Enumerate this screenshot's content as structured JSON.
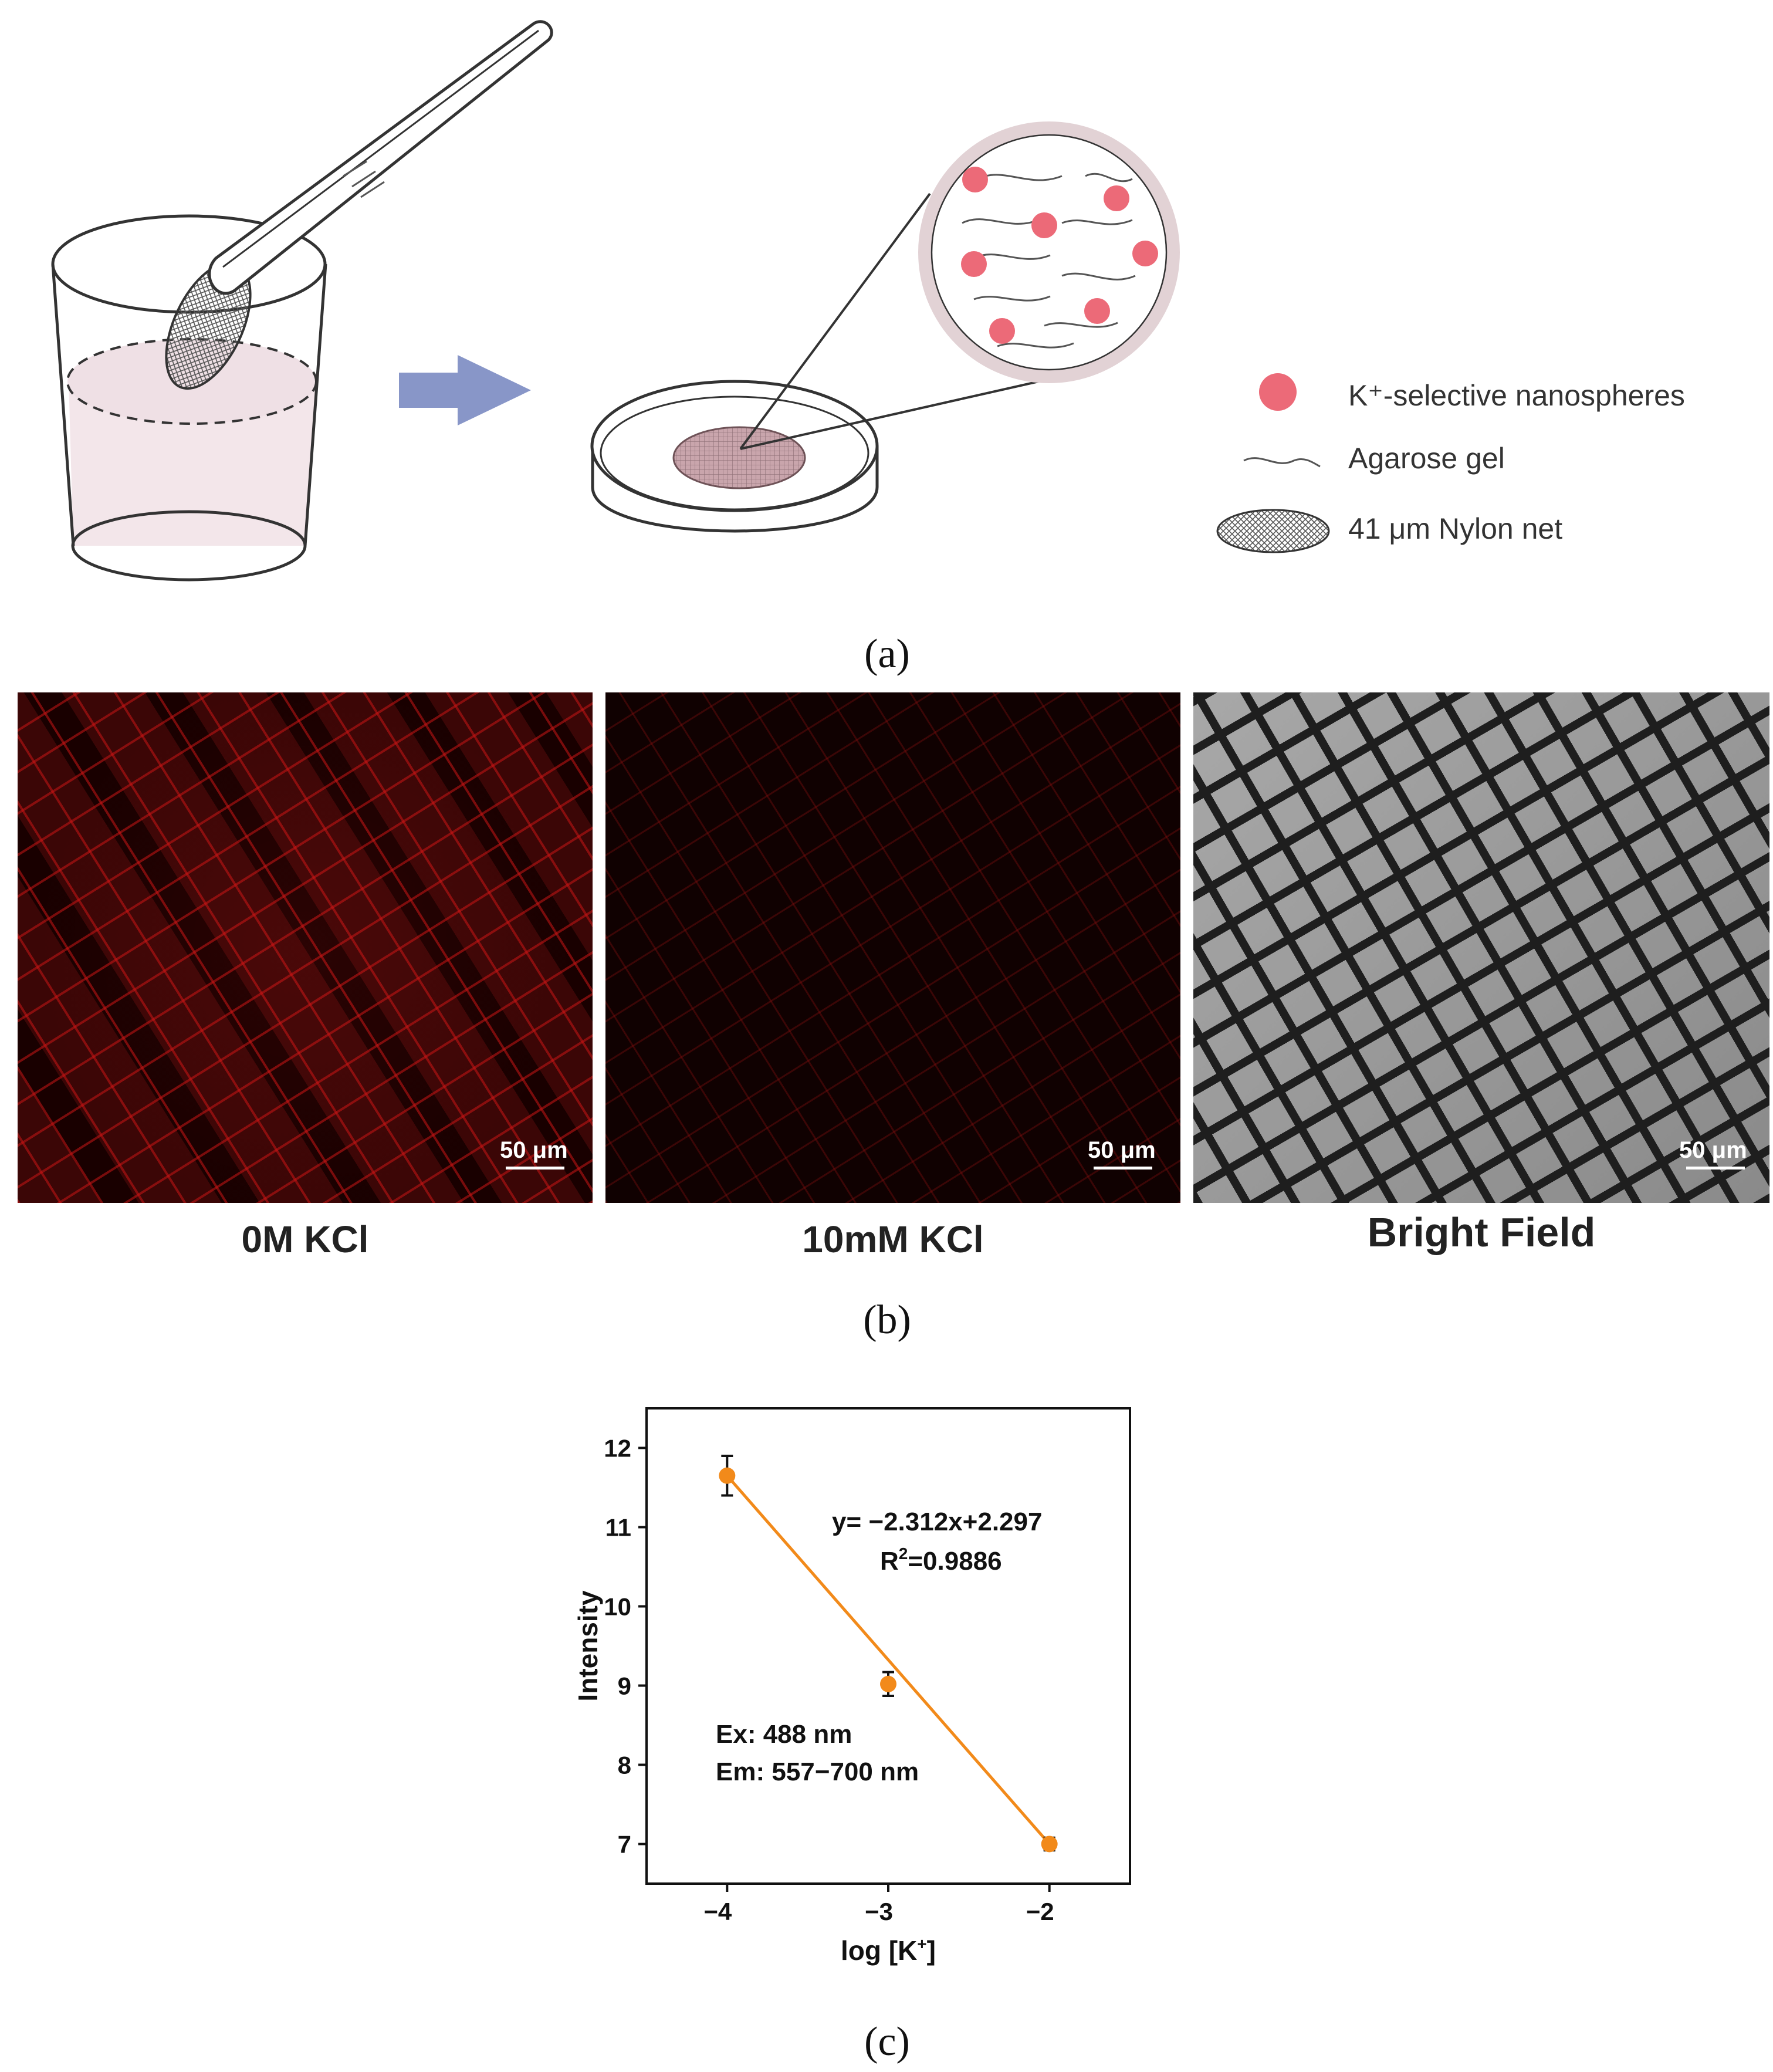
{
  "panel_a": {
    "caption": "(a)",
    "legend": [
      {
        "icon": "nanosphere-icon",
        "label": "K⁺-selective nanospheres"
      },
      {
        "icon": "agarose-gel-icon",
        "label": "Agarose gel"
      },
      {
        "icon": "nylon-net-icon",
        "label": "41 μm Nylon net"
      }
    ],
    "colors": {
      "nanosphere": "#ec6a78",
      "arrow": "#8896c8",
      "solution": "#f3e6ea"
    }
  },
  "panel_b": {
    "caption": "(b)",
    "images": [
      {
        "label": "0M KCl",
        "scale": "50 μm"
      },
      {
        "label": "10mM KCl",
        "scale": "50 μm"
      },
      {
        "label": "Bright Field",
        "scale": "50 μm"
      }
    ]
  },
  "panel_c": {
    "caption": "(c)",
    "equation": "y= −2.312x+2.297",
    "r2_prefix": "R",
    "r2_sup": "2",
    "r2_value": "=0.9886",
    "ex": "Ex:  488 nm",
    "em": "Em: 557−700 nm",
    "xlabel_pre": "log [K",
    "xlabel_sup": "+",
    "xlabel_post": "]",
    "ylabel": "Intensity"
  },
  "chart_data": {
    "type": "scatter",
    "x": [
      -4,
      -3,
      -2
    ],
    "y": [
      11.65,
      9.02,
      7.0
    ],
    "yerr": [
      0.25,
      0.15,
      0.08
    ],
    "fit": {
      "slope": -2.312,
      "intercept": 2.297
    },
    "xticks": [
      -4,
      -3,
      -2
    ],
    "xtick_labels": [
      "−4",
      "−3",
      "−2"
    ],
    "yticks": [
      7,
      8,
      9,
      10,
      11,
      12
    ],
    "xlim": [
      -4.5,
      -1.5
    ],
    "ylim": [
      6.5,
      12.5
    ],
    "grid": false,
    "color": "#f28a1a"
  }
}
